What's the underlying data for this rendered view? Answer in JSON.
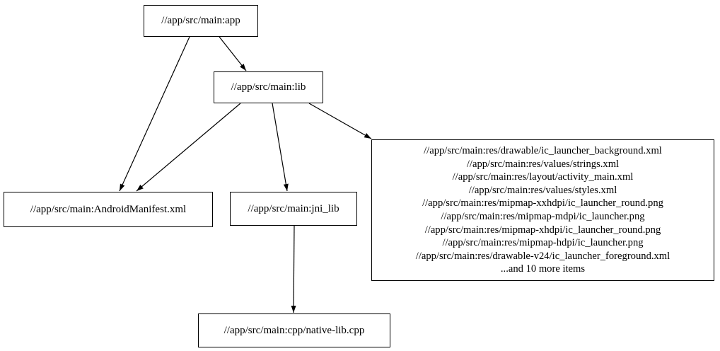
{
  "diagram": {
    "type": "dependency-graph",
    "background_color": "#ffffff",
    "node_border_color": "#000000",
    "text_color": "#000000",
    "edge_color": "#000000",
    "nodes": {
      "app": {
        "label": "//app/src/main:app"
      },
      "lib": {
        "label": "//app/src/main:lib"
      },
      "manifest": {
        "label": "//app/src/main:AndroidManifest.xml"
      },
      "jni_lib": {
        "label": "//app/src/main:jni_lib"
      },
      "res": {
        "lines": [
          "//app/src/main:res/drawable/ic_launcher_background.xml",
          "//app/src/main:res/values/strings.xml",
          "//app/src/main:res/layout/activity_main.xml",
          "//app/src/main:res/values/styles.xml",
          "//app/src/main:res/mipmap-xxhdpi/ic_launcher_round.png",
          "//app/src/main:res/mipmap-mdpi/ic_launcher.png",
          "//app/src/main:res/mipmap-xhdpi/ic_launcher_round.png",
          "//app/src/main:res/mipmap-hdpi/ic_launcher.png",
          "//app/src/main:res/drawable-v24/ic_launcher_foreground.xml",
          "...and 10 more items"
        ]
      },
      "native": {
        "label": "//app/src/main:cpp/native-lib.cpp"
      }
    },
    "edges": [
      {
        "from": "app",
        "to": "lib"
      },
      {
        "from": "app",
        "to": "manifest"
      },
      {
        "from": "lib",
        "to": "manifest"
      },
      {
        "from": "lib",
        "to": "jni_lib"
      },
      {
        "from": "lib",
        "to": "res"
      },
      {
        "from": "jni_lib",
        "to": "native"
      }
    ]
  }
}
